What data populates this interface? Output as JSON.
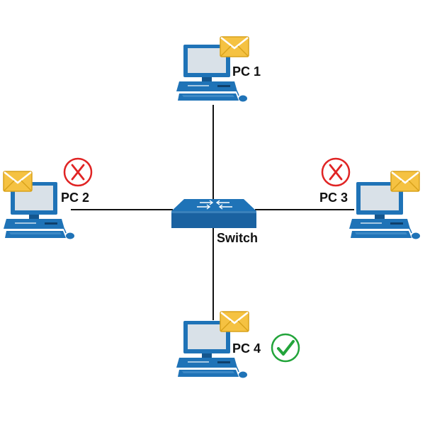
{
  "nodes": {
    "pc1": {
      "label": "PC 1",
      "status": "none"
    },
    "pc2": {
      "label": "PC 2",
      "status": "rejected"
    },
    "pc3": {
      "label": "PC 3",
      "status": "rejected"
    },
    "pc4": {
      "label": "PC 4",
      "status": "accepted"
    },
    "switch": {
      "label": "Switch"
    }
  },
  "icons": {
    "computer": "computer-icon",
    "switch": "switch-icon",
    "message": "envelope-icon",
    "rejected": "x-circle-icon",
    "accepted": "check-circle-icon"
  },
  "colors": {
    "device": "#1f73b7",
    "device_dark": "#14568e",
    "screen": "#d9e1e8",
    "envelope": "#f5c242",
    "envelope_dark": "#d9a21b",
    "rejected": "#e02424",
    "accepted": "#22a43a",
    "link": "#111111"
  }
}
